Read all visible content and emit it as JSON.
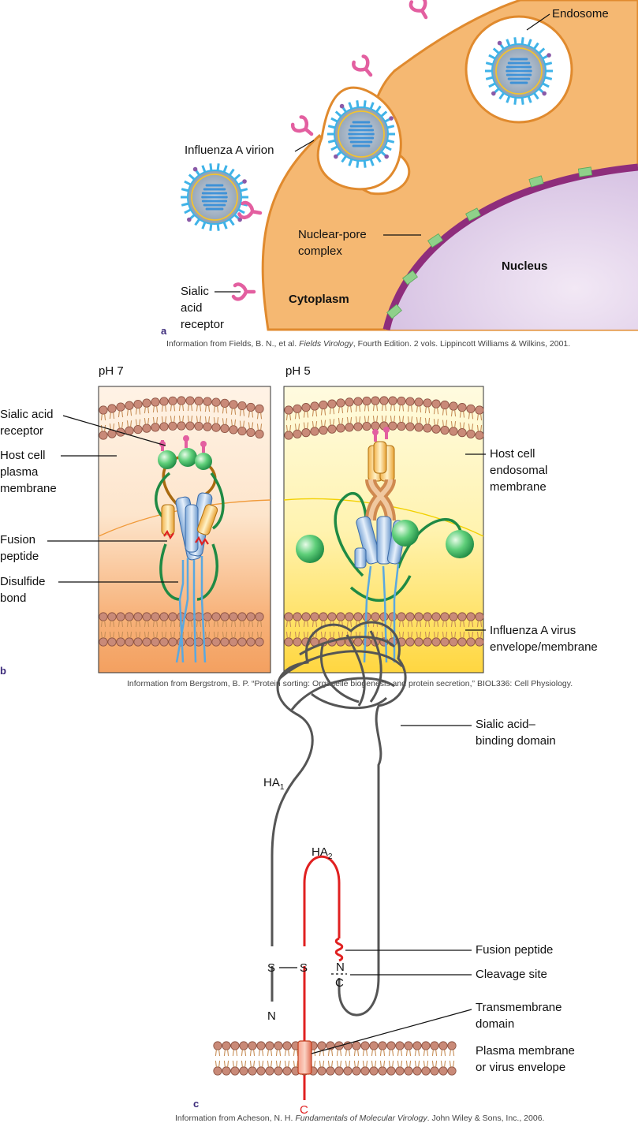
{
  "panel_a": {
    "letter": "a",
    "labels": {
      "endosome": "Endosome",
      "virion": "Influenza A virion",
      "nuclear_pore_1": "Nuclear-pore",
      "nuclear_pore_2": "complex",
      "nucleus": "Nucleus",
      "cytoplasm": "Cytoplasm",
      "sialic_1": "Sialic",
      "sialic_2": "acid",
      "sialic_3": "receptor"
    },
    "credit_prefix": "Information from Fields, B. N., et al. ",
    "credit_title": "Fields Virology",
    "credit_suffix": ", Fourth Edition. 2 vols. Lippincott Williams & Wilkins, 2001."
  },
  "panel_b": {
    "letter": "b",
    "ph7": "pH 7",
    "ph5": "pH 5",
    "left_labels": {
      "sialic_1": "Sialic acid",
      "sialic_2": "receptor",
      "host_1": "Host cell",
      "host_2": "plasma",
      "host_3": "membrane",
      "fusion_1": "Fusion",
      "fusion_2": "peptide",
      "disulfide_1": "Disulfide",
      "disulfide_2": "bond"
    },
    "right_labels": {
      "endo_1": "Host cell",
      "endo_2": "endosomal",
      "endo_3": "membrane",
      "env_1": "Influenza A virus",
      "env_2": "envelope/membrane"
    },
    "credit": "Information from Bergstrom, B. P. “Protein sorting: Organelle biogenesis and protein secretion,” BIOL336: Cell Physiology."
  },
  "panel_c": {
    "letter": "c",
    "labels": {
      "sialic_domain_1": "Sialic acid–",
      "sialic_domain_2": "binding domain",
      "ha1": "HA",
      "ha1_sub": "1",
      "ha2": "HA",
      "ha2_sub": "2",
      "fusion_peptide": "Fusion peptide",
      "cleavage_site": "Cleavage site",
      "tm_1": "Transmembrane",
      "tm_2": "domain",
      "pm_1": "Plasma membrane",
      "pm_2": "or virus envelope",
      "s1": "S",
      "s2": "S",
      "n_term": "N",
      "n_cleave": "N",
      "c_cleave": "C",
      "c_term": "C"
    },
    "credit_prefix": "Information from Acheson, N. H. ",
    "credit_title": "Fundamentals of Molecular Virology",
    "credit_suffix": ". John Wiley & Sons, Inc., 2006."
  },
  "colors": {
    "cytoplasm": "#f5b872",
    "cell_edge": "#e08a2e",
    "nucleus": "#dcc8e4",
    "nuclear_envelope": "#8e2d7c",
    "pore": "#8fd08a",
    "receptor": "#e35fa0",
    "virion_spike": "#3fb3e8",
    "hydrophilic_head": "#c98a78",
    "ha1_strand": "#555555",
    "ha2_strand": "#e02020"
  }
}
